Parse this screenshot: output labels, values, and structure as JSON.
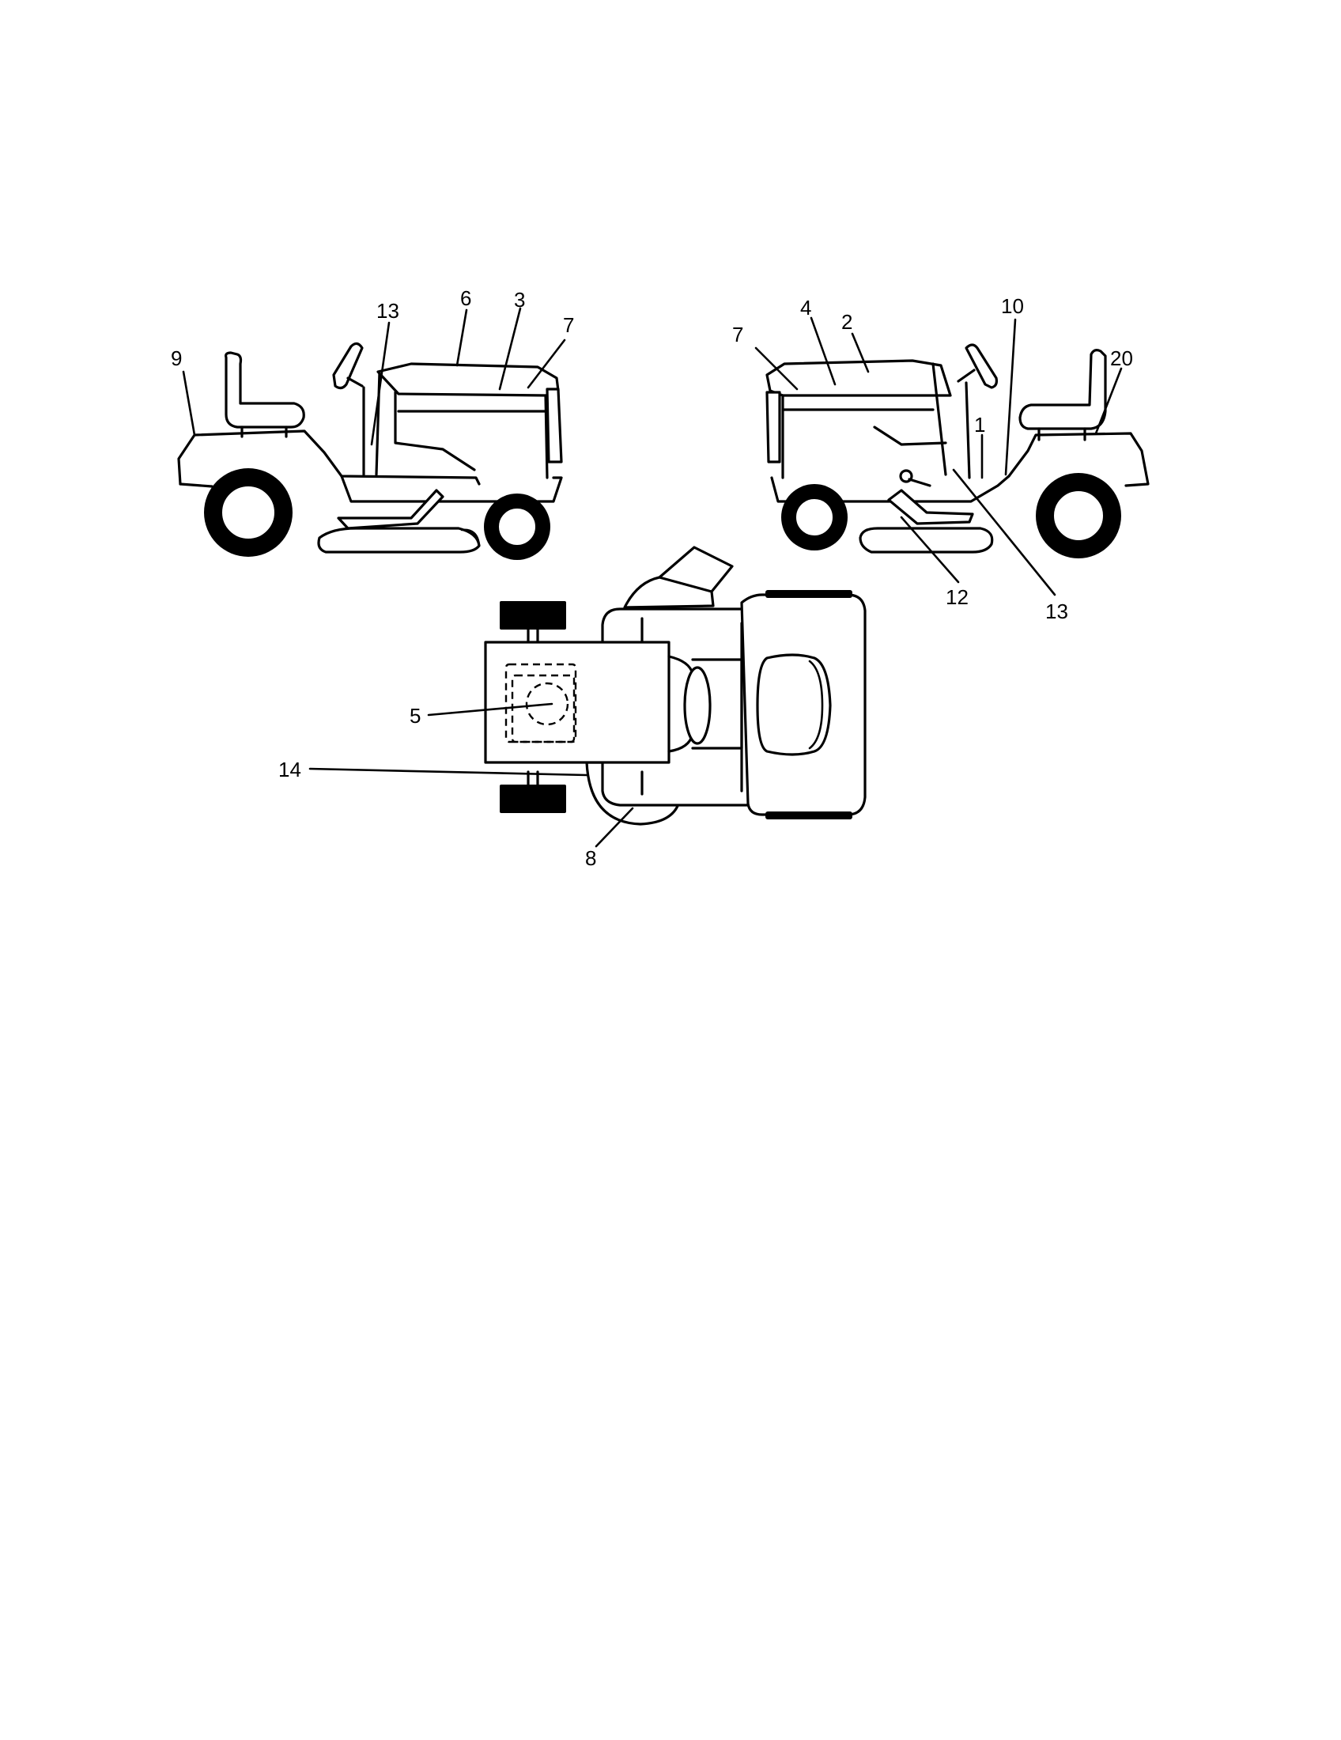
{
  "callouts": {
    "left_view": {
      "c9": "9",
      "c13": "13",
      "c6": "6",
      "c3": "3",
      "c7": "7"
    },
    "right_view": {
      "c7": "7",
      "c4": "4",
      "c2": "2",
      "c10": "10",
      "c20": "20",
      "c1": "1",
      "c12": "12",
      "c13": "13"
    },
    "top_view": {
      "c5": "5",
      "c14": "14",
      "c8": "8"
    }
  }
}
